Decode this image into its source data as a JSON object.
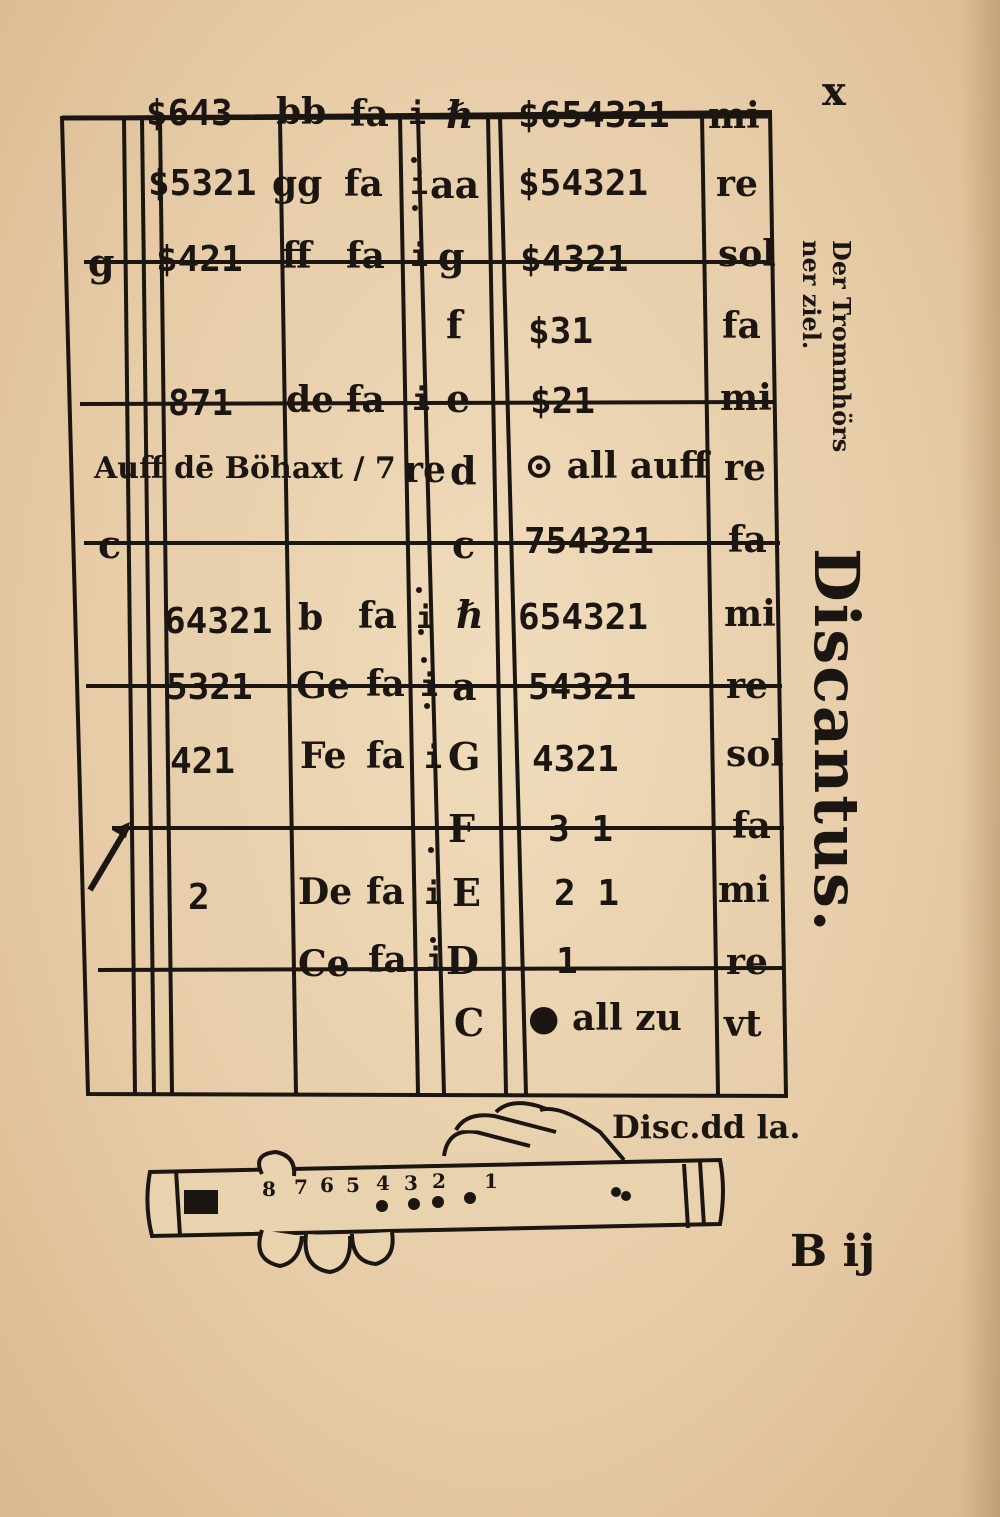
{
  "page": {
    "folio": "x",
    "title": "Discantus.",
    "subtitle_lines": [
      "Der Trommhörs",
      "ner ziel."
    ],
    "caption": "Disc.dd la.",
    "signature": "B ij"
  },
  "table": {
    "rows": [
      {
        "key": "",
        "fingers": "$643",
        "hex": "bb",
        "syl": "fa",
        "i": "i",
        "letter": "ℏ",
        "fingers2": "$654321",
        "note": "mi"
      },
      {
        "key": "",
        "fingers": "$5321",
        "hex": "gg",
        "syl": "fa",
        "i": "i",
        "letter": "aa",
        "fingers2": "$54321",
        "note": "re"
      },
      {
        "key": "g",
        "fingers": "$421",
        "hex": "ff",
        "syl": "fa",
        "i": "i",
        "letter": "g",
        "fingers2": "$4321",
        "note": "sol"
      },
      {
        "key": "",
        "fingers": "",
        "hex": "",
        "syl": "",
        "i": "",
        "letter": "f",
        "fingers2": "$31",
        "note": "fa"
      },
      {
        "key": "",
        "fingers": "871",
        "hex": "de",
        "syl": "fa",
        "i": "i",
        "letter": "e",
        "fingers2": "$21",
        "note": "mi"
      },
      {
        "key": "",
        "fingers": "Auff dē Böhaxt / 7",
        "hex": "",
        "syl": "re",
        "i": "",
        "letter": "d",
        "fingers2": "⊙ all auff",
        "note": "re"
      },
      {
        "key": "c",
        "fingers": "",
        "hex": "",
        "syl": "",
        "i": "",
        "letter": "c",
        "fingers2": "754321",
        "note": "fa"
      },
      {
        "key": "",
        "fingers": "64321",
        "hex": "b",
        "syl": "fa",
        "i": "i",
        "letter": "ℏ",
        "fingers2": "654321",
        "note": "mi"
      },
      {
        "key": "",
        "fingers": "5321",
        "hex": "Ge",
        "syl": "fa",
        "i": "i",
        "letter": "a",
        "fingers2": "54321",
        "note": "re"
      },
      {
        "key": "",
        "fingers": "421",
        "hex": "Fe",
        "syl": "fa",
        "i": "i",
        "letter": "G",
        "fingers2": "4321",
        "note": "sol"
      },
      {
        "key": "",
        "fingers": "",
        "hex": "",
        "syl": "",
        "i": "",
        "letter": "F",
        "fingers2": "3 1",
        "note": "fa"
      },
      {
        "key": "",
        "fingers": "2",
        "hex": "De",
        "syl": "fa",
        "i": "i",
        "letter": "E",
        "fingers2": "2 1",
        "note": "mi"
      },
      {
        "key": "",
        "fingers": "",
        "hex": "Ce",
        "syl": "fa",
        "i": "i",
        "letter": "D",
        "fingers2": "1",
        "note": "re"
      },
      {
        "key": "",
        "fingers": "",
        "hex": "",
        "syl": "",
        "i": "",
        "letter": "C",
        "fingers2": "● all zu",
        "note": "vt"
      }
    ]
  },
  "illustration": {
    "name": "recorder-with-hands",
    "hole_numbers": [
      "8",
      "7",
      "6",
      "5",
      "4",
      "3",
      "2",
      "1"
    ]
  }
}
